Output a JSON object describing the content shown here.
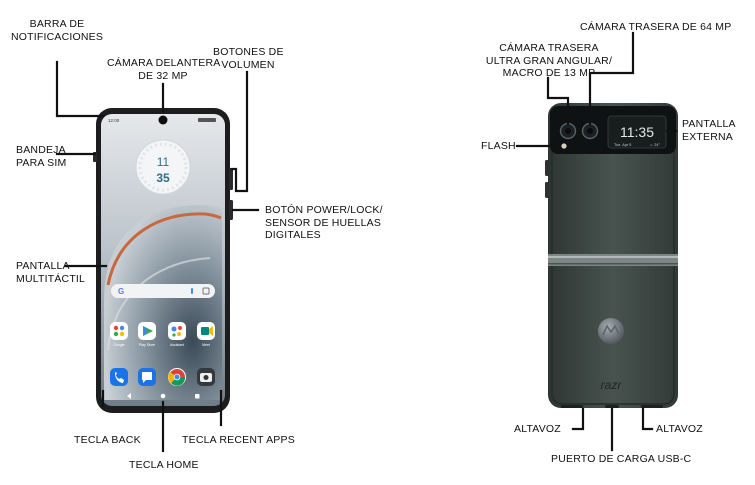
{
  "labels": {
    "barra": "BARRA DE\nNOTIFICACIONES",
    "cam_front": "CÁMARA DELANTERA\nDE 32 MP",
    "volumen": "BOTONES DE\nVOLUMEN",
    "sim": "BANDEJA\nPARA SIM",
    "power": "BOTÓN POWER/LOCK/\nSENSOR DE HUELLAS\nDIGITALES",
    "pantalla_multi": "PANTALLA\nMULTITÁCTIL",
    "back": "TECLA BACK",
    "home": "TECLA HOME",
    "recent": "TECLA RECENT APPS",
    "cam_64": "CÁMARA TRASERA DE 64 MP",
    "cam_ultra": "CÁMARA TRASERA\nULTRA GRAN ANGULAR/\nMACRO DE 13 MP",
    "flash": "FLASH",
    "pantalla_ext": "PANTALLA\nEXTERNA",
    "altavoz_left": "ALTAVOZ",
    "altavoz_right": "ALTAVOZ",
    "usb": "PUERTO DE CARGA USB-C"
  },
  "screen": {
    "status_time": "12:00",
    "clock_hour": "11",
    "clock_minute": "35",
    "apps_row1": [
      "Google",
      "Play Store",
      "Assistant",
      "Meet"
    ],
    "search_glyph": "G"
  },
  "ext_screen": {
    "time": "11:35",
    "date": "Tue, Apr 5",
    "temp": "☼ 24°"
  },
  "back_brand": "razr",
  "colors": {
    "front_bezel": "#1d1d1f",
    "back_body": "#3c4542",
    "wallpaper_ring": "#c9683f"
  }
}
